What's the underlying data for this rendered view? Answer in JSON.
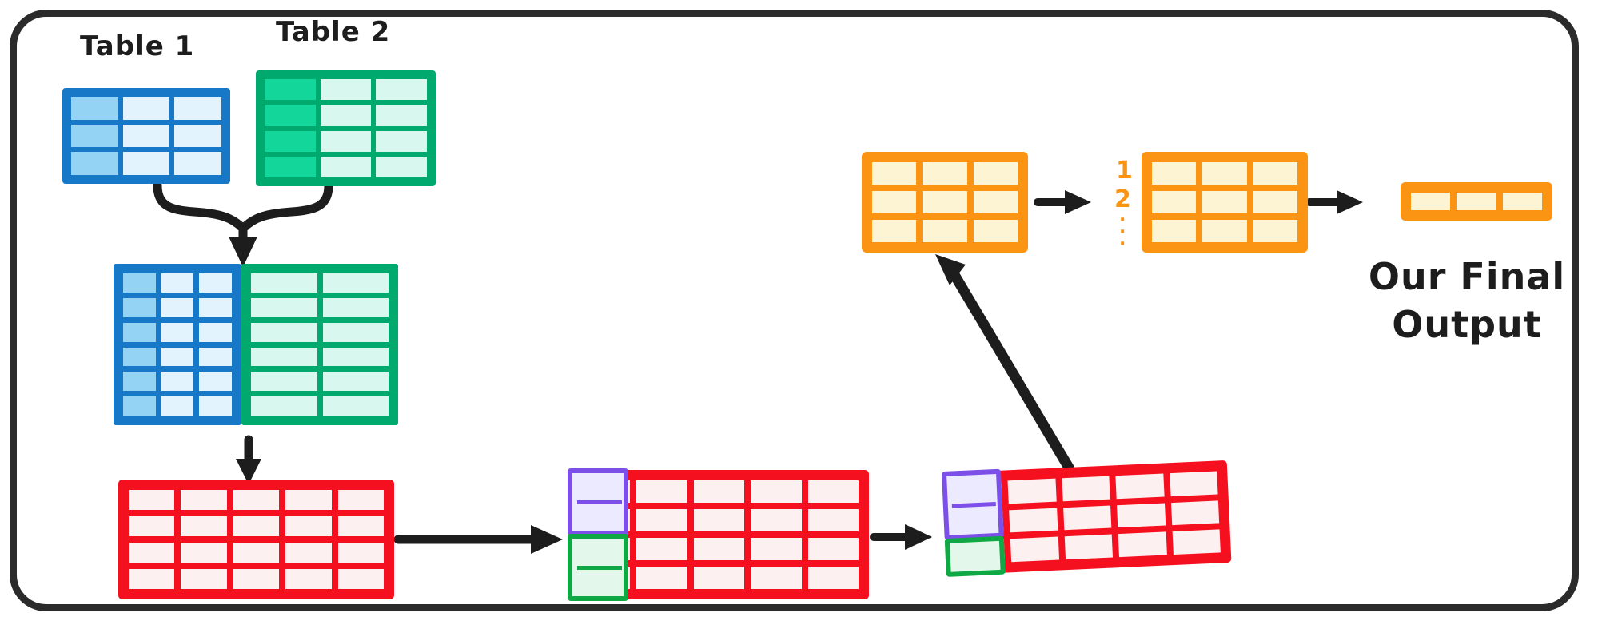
{
  "diagram": {
    "title_text_absent": "",
    "labels": {
      "table1": "Table 1",
      "table2": "Table 2",
      "final_output": "Our Final\nOutput",
      "final_output_line1": "Our Final",
      "final_output_line2": "Output",
      "row_num_1": "1",
      "row_num_2": "2",
      "row_ellipsis": "·\n·\n·"
    },
    "colors": {
      "frame": "#2b2b2b",
      "blue_border": "#1878c8",
      "blue_cell_dark": "#95d3f5",
      "blue_cell_light": "#e2f3fd",
      "green_border": "#00a96e",
      "green_cell_dark": "#12d69a",
      "green_cell_light": "#d8f7ef",
      "red_border": "#f5101f",
      "red_cell": "#fdf0f1",
      "orange_border": "#fb9313",
      "orange_cell": "#fdf4d4",
      "purple_border": "#7b4fe8",
      "purple_cell": "#eceaff",
      "highlight_green_border": "#0fa845",
      "highlight_green_cell": "#e3f8ea",
      "arrow": "#1d1d1d"
    },
    "tables": [
      {
        "name": "table-1",
        "color": "blue",
        "cols": 3,
        "rows": 3,
        "first_col_emphasis": true
      },
      {
        "name": "table-2",
        "color": "green",
        "cols": 3,
        "rows": 4,
        "first_col_emphasis": true
      },
      {
        "name": "merged-table-blue-part",
        "color": "blue",
        "cols": 3,
        "rows": 6,
        "first_col_emphasis": true
      },
      {
        "name": "merged-table-green-part",
        "color": "green",
        "cols": 2,
        "rows": 6,
        "first_col_emphasis": false
      },
      {
        "name": "red-table-1",
        "color": "red",
        "cols": 5,
        "rows": 4,
        "first_col_emphasis": false
      },
      {
        "name": "red-table-2",
        "color": "red",
        "cols": 5,
        "rows": 4,
        "first_col_emphasis": false,
        "highlights": [
          {
            "name": "purple-span",
            "color": "purple",
            "col": 1,
            "row_start": 1,
            "row_span": 2
          },
          {
            "name": "green-span",
            "color": "green",
            "col": 1,
            "row_start": 3,
            "row_span": 2
          }
        ]
      },
      {
        "name": "red-table-3-rotated",
        "color": "red",
        "cols": 5,
        "rows": 3,
        "rotated": true,
        "highlights": [
          {
            "name": "purple-span",
            "color": "purple",
            "col": 1,
            "row_start": 1,
            "row_span": 2
          },
          {
            "name": "green-span",
            "color": "green",
            "col": 1,
            "row_start": 3,
            "row_span": 1
          }
        ]
      },
      {
        "name": "orange-table-1",
        "color": "orange",
        "cols": 3,
        "rows": 3
      },
      {
        "name": "orange-table-2",
        "color": "orange",
        "cols": 3,
        "rows": 3
      },
      {
        "name": "orange-final-row",
        "color": "orange",
        "cols": 3,
        "rows": 1
      }
    ],
    "arrows": [
      {
        "name": "brace-merge-arrow",
        "type": "brace-down",
        "from": [
          "table-1",
          "table-2"
        ],
        "to": "merged-table"
      },
      {
        "name": "merge-to-red-arrow",
        "type": "down",
        "from": "merged-table",
        "to": "red-table-1"
      },
      {
        "name": "red1-to-red2-arrow",
        "type": "right",
        "from": "red-table-1",
        "to": "red-table-2"
      },
      {
        "name": "red2-to-red3-arrow",
        "type": "right",
        "from": "red-table-2",
        "to": "red-table-3-rotated"
      },
      {
        "name": "red3-to-orange-arrow",
        "type": "diagonal-up-left",
        "from": "red-table-3-rotated",
        "to": "orange-table-1"
      },
      {
        "name": "orange1-to-orange2-arrow",
        "type": "right",
        "from": "orange-table-1",
        "to": "orange-table-2"
      },
      {
        "name": "orange2-to-final-arrow",
        "type": "right",
        "from": "orange-table-2",
        "to": "orange-final-row"
      }
    ]
  }
}
